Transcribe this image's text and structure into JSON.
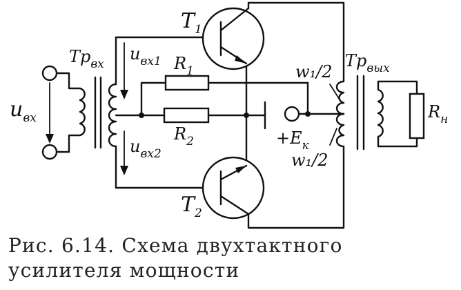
{
  "figure": {
    "labels": {
      "t1": {
        "main": "T",
        "sub": "1"
      },
      "t2": {
        "main": "T",
        "sub": "2"
      },
      "tr_in": {
        "main": "Tp",
        "sub": "вх"
      },
      "tr_out": {
        "main": "Tp",
        "sub": "вых"
      },
      "u_in": {
        "main": "u",
        "sub": "вх"
      },
      "u_in1": {
        "main": "u",
        "sub": "вх1"
      },
      "u_in2": {
        "main": "u",
        "sub": "вх2"
      },
      "r1": {
        "main": "R",
        "sub": "1"
      },
      "r2": {
        "main": "R",
        "sub": "2"
      },
      "rn": {
        "main": "R",
        "sub": "н"
      },
      "ek": {
        "main": "+E",
        "sub": "к"
      },
      "w_top": "w₁/2",
      "w_bottom": "w₁/2"
    },
    "caption": "Рис. 6.14. Схема двухтактного усилителя мощности"
  }
}
